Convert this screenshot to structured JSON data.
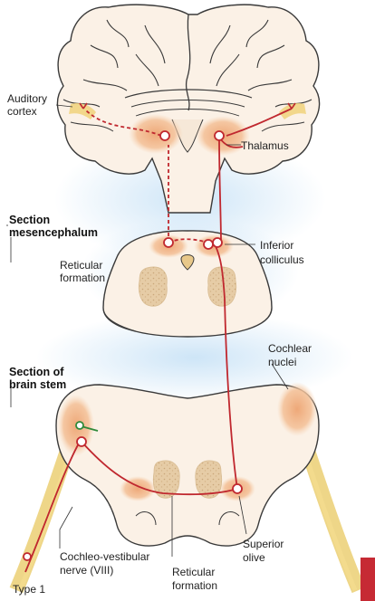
{
  "labels": {
    "auditory_cortex_1": "Auditory",
    "auditory_cortex_2": "cortex",
    "thalamus": "Thalamus",
    "section_mesencephalum_1": "Section",
    "section_mesencephalum_2": "mesencephalum",
    "inferior_colliculus_1": "Inferior",
    "inferior_colliculus_2": "colliculus",
    "reticular_formation_upper_1": "Reticular",
    "reticular_formation_upper_2": "formation",
    "section_brain_stem_1": "Section of",
    "section_brain_stem_2": "brain stem",
    "cochlear_nuclei_1": "Cochlear",
    "cochlear_nuclei_2": "nuclei",
    "cochleo_vestibular_1": "Cochleo-vestibular",
    "cochleo_vestibular_2": "nerve (VIII)",
    "reticular_formation_lower_1": "Reticular",
    "reticular_formation_lower_2": "formation",
    "superior_olive_1": "Superior",
    "superior_olive_2": "olive",
    "type_1": "Type 1"
  },
  "colors": {
    "tissue": "#fbf1e6",
    "outline": "#3a3a3a",
    "nucleus_orange": "#f2b98a",
    "reticular": "#e2c8a4",
    "pathway_red": "#c0282f",
    "nerve_yellow": "#e8c860",
    "glow_blue": "#c8e2f6",
    "accent_tab": "#c62a34"
  },
  "icons": [
    "neuron-cell-body",
    "synapse-fork",
    "nerve-fiber"
  ]
}
